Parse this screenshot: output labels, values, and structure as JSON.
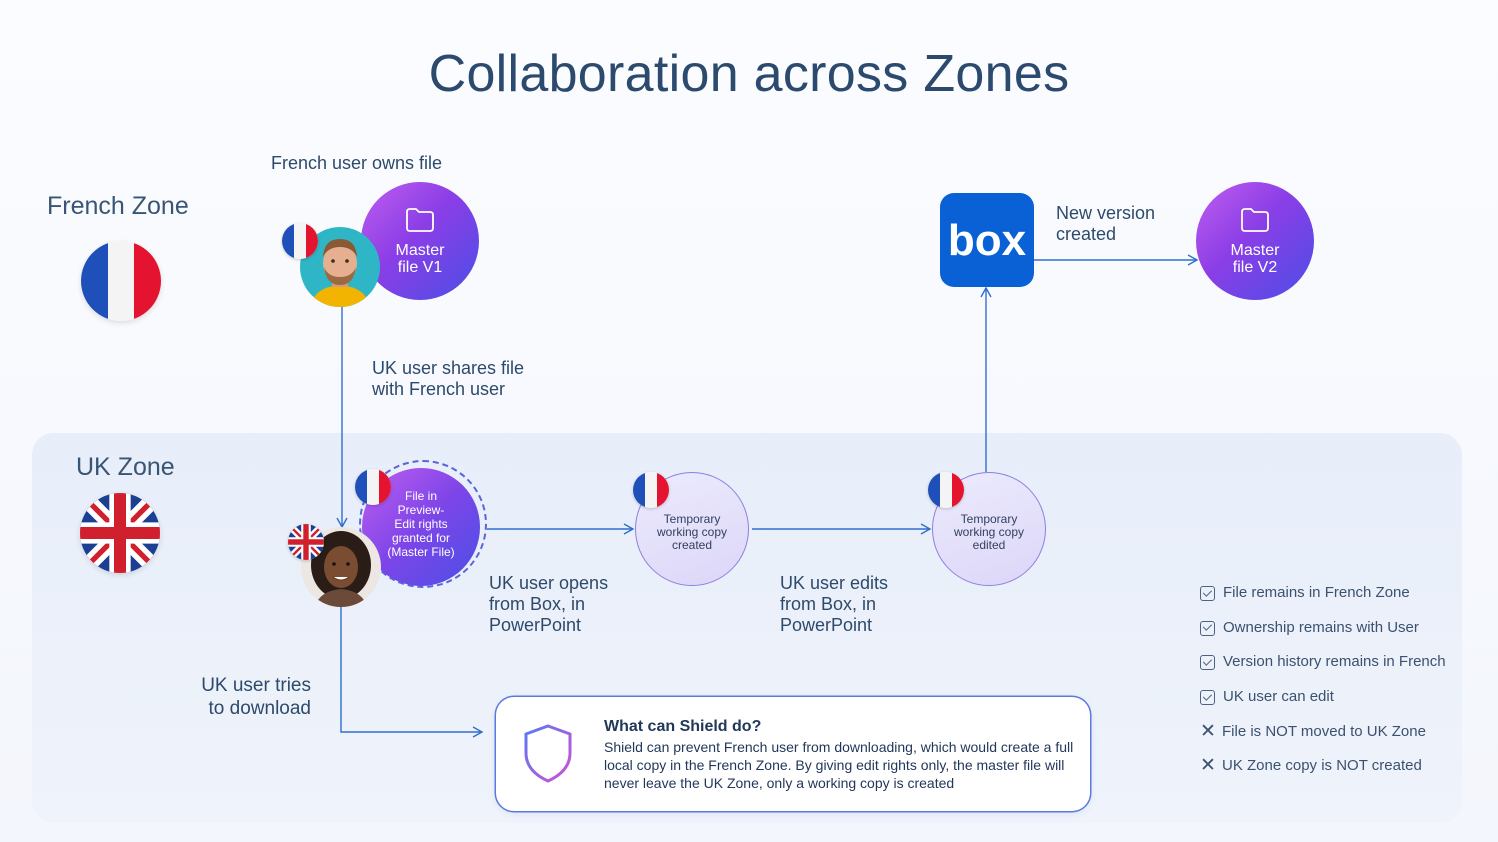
{
  "title": "Collaboration across Zones",
  "zones": {
    "french": "French Zone",
    "uk": "UK Zone"
  },
  "notes": {
    "owns": "French user owns file",
    "shares_1": "UK user shares file",
    "shares_2": "with French user",
    "opens_1": "UK user opens",
    "opens_2": "from Box, in",
    "opens_3": "PowerPoint",
    "edits_1": "UK user edits",
    "edits_2": "from Box, in",
    "edits_3": "PowerPoint",
    "tries_1": "UK user tries",
    "tries_2": "to download",
    "newver_1": "New version",
    "newver_2": "created"
  },
  "nodes": {
    "master_v1": [
      "Master",
      "file V1"
    ],
    "master_v2": [
      "Master",
      "file V2"
    ],
    "preview": [
      "File in",
      "Preview-",
      "Edit rights",
      "granted for",
      "(Master File)"
    ],
    "temp1": [
      "Temporary",
      "working copy",
      "created"
    ],
    "temp2": [
      "Temporary",
      "working copy",
      "edited"
    ]
  },
  "box_logo_text": "box",
  "shield": {
    "question": "What can Shield do?",
    "answer": "Shield can prevent French user from downloading, which would create a full local copy in the French Zone. By giving edit rights only, the master file will never leave the UK Zone, only a working copy is created"
  },
  "checklist": [
    {
      "label": "File remains in French Zone",
      "icon": "checkbox-icon"
    },
    {
      "label": "Ownership remains with User",
      "icon": "checkbox-icon"
    },
    {
      "label": "Version history remains in French",
      "icon": "checkbox-icon"
    },
    {
      "label": "UK user can edit",
      "icon": "checkbox-icon"
    },
    {
      "label": "File is NOT moved to UK Zone",
      "icon": "x-icon"
    },
    {
      "label": "UK Zone copy is NOT created",
      "icon": "x-icon"
    }
  ],
  "colors": {
    "line": "#2f6fd0",
    "box_blue": "#0a61d6",
    "purple": "#8a3ee6",
    "heading": "#2b4a6e"
  }
}
